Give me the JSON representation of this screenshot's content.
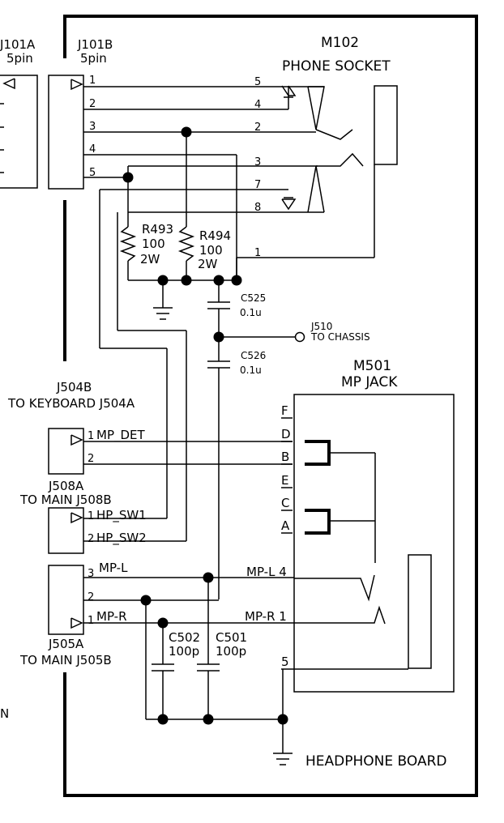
{
  "connectors": {
    "j101a": {
      "name": "J101A",
      "pins": "5pin"
    },
    "j101b": {
      "name": "J101B",
      "pins": "5pin",
      "pin_numbers": [
        "1",
        "2",
        "3",
        "4",
        "5"
      ]
    },
    "j504b": {
      "name": "J504B",
      "desc": "TO KEYBOARD J504A",
      "pin1": "1",
      "pin2": "2",
      "sig1": "MP_DET"
    },
    "j508a": {
      "name": "J508A",
      "desc": "TO MAIN J508B",
      "pin1": "1",
      "pin2": "2",
      "sig1": "HP_SW1",
      "sig2": "HP_SW2"
    },
    "j505a": {
      "name": "J505A",
      "desc": "TO MAIN J505B",
      "pin3": "3",
      "pin2": "2",
      "pin1": "1",
      "sig3": "MP-L",
      "sig1": "MP-R"
    },
    "j510": {
      "name": "J510",
      "desc": "TO CHASSIS"
    }
  },
  "m102": {
    "name": "M102",
    "title": "PHONE SOCKET",
    "pins": [
      "5",
      "4",
      "2",
      "3",
      "7",
      "8",
      "1"
    ]
  },
  "m501": {
    "name": "M501",
    "title": "MP JACK",
    "contacts": [
      "F",
      "D",
      "B",
      "E",
      "C",
      "A"
    ],
    "pin4_label": "MP-L 4",
    "pin1_label": "MP-R 1",
    "pin5_label": "5"
  },
  "resistors": {
    "r493": {
      "name": "R493",
      "value": "100",
      "power": "2W"
    },
    "r494": {
      "name": "R494",
      "value": "100",
      "power": "2W"
    }
  },
  "capacitors": {
    "c525": {
      "name": "C525",
      "value": "0.1u"
    },
    "c526": {
      "name": "C526",
      "value": "0.1u"
    },
    "c502": {
      "name": "C502",
      "value": "100p"
    },
    "c501": {
      "name": "C501",
      "value": "100p"
    }
  },
  "board_label": "HEADPHONE BOARD",
  "edge_fragment": "N"
}
